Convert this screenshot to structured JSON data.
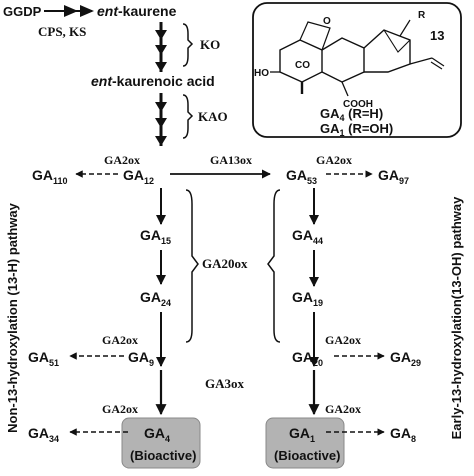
{
  "pathway": {
    "start": "GGDP",
    "kaurene_prefix": "ent",
    "kaurene_suffix": "-kaurene",
    "enzymes_cps_ks": "CPS, KS",
    "enzyme_ko": "KO",
    "acid_prefix": "ent",
    "acid_suffix": "-kaurenoic acid",
    "enzyme_kao": "KAO",
    "enzyme_ga2ox": "GA2ox",
    "enzyme_ga13ox": "GA13ox",
    "enzyme_ga20ox": "GA20ox",
    "enzyme_ga3ox": "GA3ox",
    "bioactive_label": "(Bioactive)"
  },
  "gas": {
    "ga110": {
      "base": "GA",
      "sub": "110"
    },
    "ga12": {
      "base": "GA",
      "sub": "12"
    },
    "ga53": {
      "base": "GA",
      "sub": "53"
    },
    "ga97": {
      "base": "GA",
      "sub": "97"
    },
    "ga15": {
      "base": "GA",
      "sub": "15"
    },
    "ga44": {
      "base": "GA",
      "sub": "44"
    },
    "ga24": {
      "base": "GA",
      "sub": "24"
    },
    "ga19": {
      "base": "GA",
      "sub": "19"
    },
    "ga51": {
      "base": "GA",
      "sub": "51"
    },
    "ga9": {
      "base": "GA",
      "sub": "9"
    },
    "ga20": {
      "base": "GA",
      "sub": "20"
    },
    "ga29": {
      "base": "GA",
      "sub": "29"
    },
    "ga34": {
      "base": "GA",
      "sub": "34"
    },
    "ga4": {
      "base": "GA",
      "sub": "4"
    },
    "ga1": {
      "base": "GA",
      "sub": "1"
    },
    "ga8": {
      "base": "GA",
      "sub": "8"
    }
  },
  "structure": {
    "r_label": "R",
    "position_13": "13",
    "ho_label": "HO",
    "co_label": "CO",
    "cooh_label": "COOH",
    "o_label": "O",
    "legend_ga4_base": "GA",
    "legend_ga4_sub": "4",
    "legend_ga4_rest": " (R=H)",
    "legend_ga1_base": "GA",
    "legend_ga1_sub": "1",
    "legend_ga1_rest": " (R=OH)"
  },
  "side_labels": {
    "left": "Non-13-hydroxylation (13-H) pathway",
    "right": "Early-13-hydroxylation(13-OH) pathway"
  }
}
